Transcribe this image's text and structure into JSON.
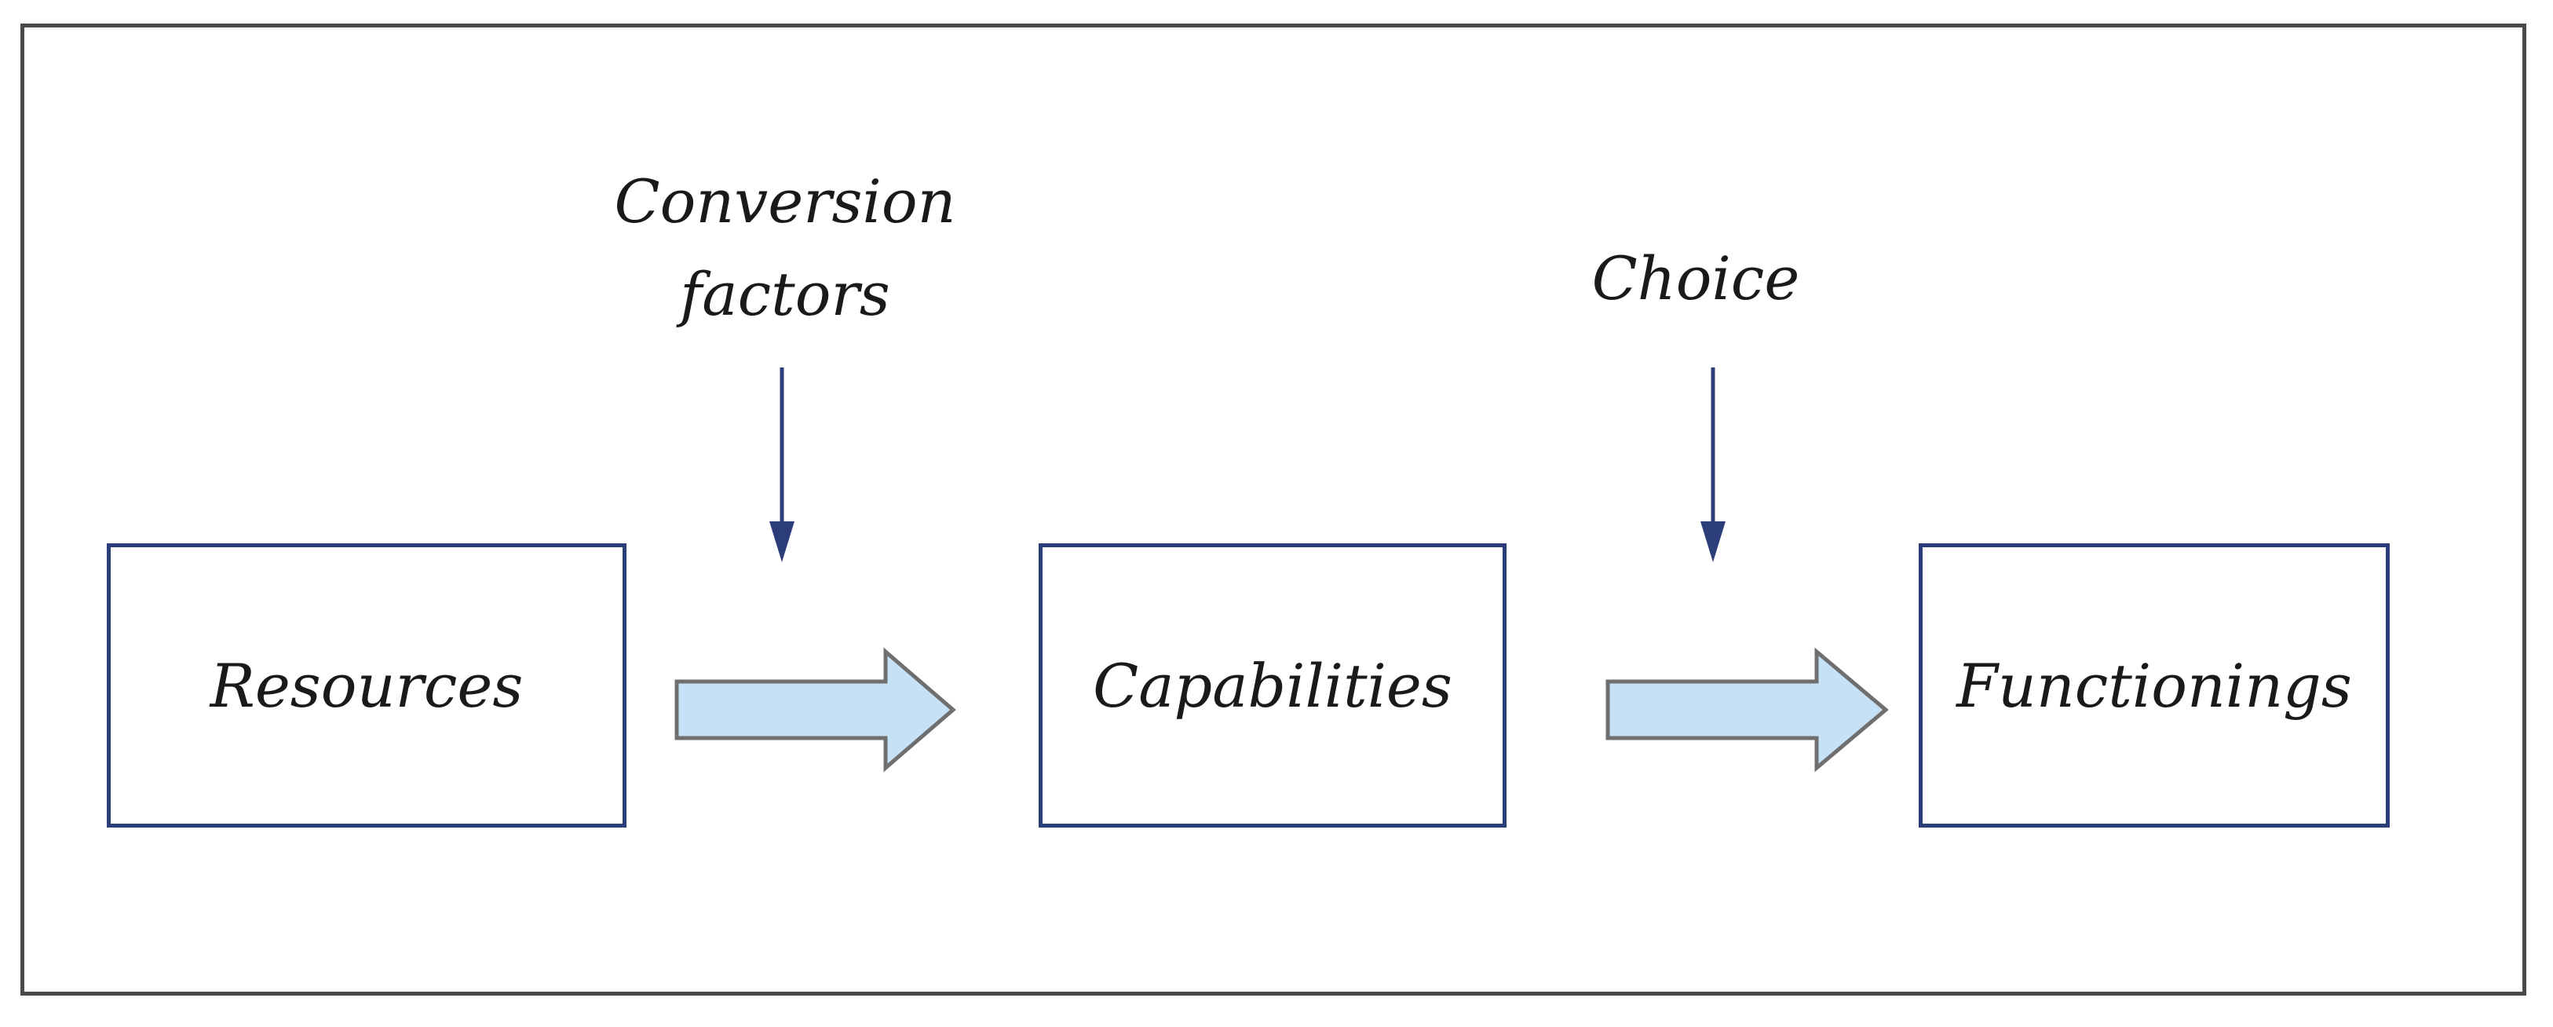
{
  "nodes": {
    "resources": "Resources",
    "capabilities": "Capabilities",
    "functionings": "Functionings"
  },
  "factors": {
    "conversion_line1": "Conversion",
    "conversion_line2": "factors",
    "choice": "Choice"
  },
  "colors": {
    "frame_border": "#4a4a4a",
    "box_border": "#2c3e7a",
    "arrow_fill": "#c6e0f5",
    "arrow_stroke": "#6f6f6f",
    "pointer_color": "#2c3e7a"
  }
}
